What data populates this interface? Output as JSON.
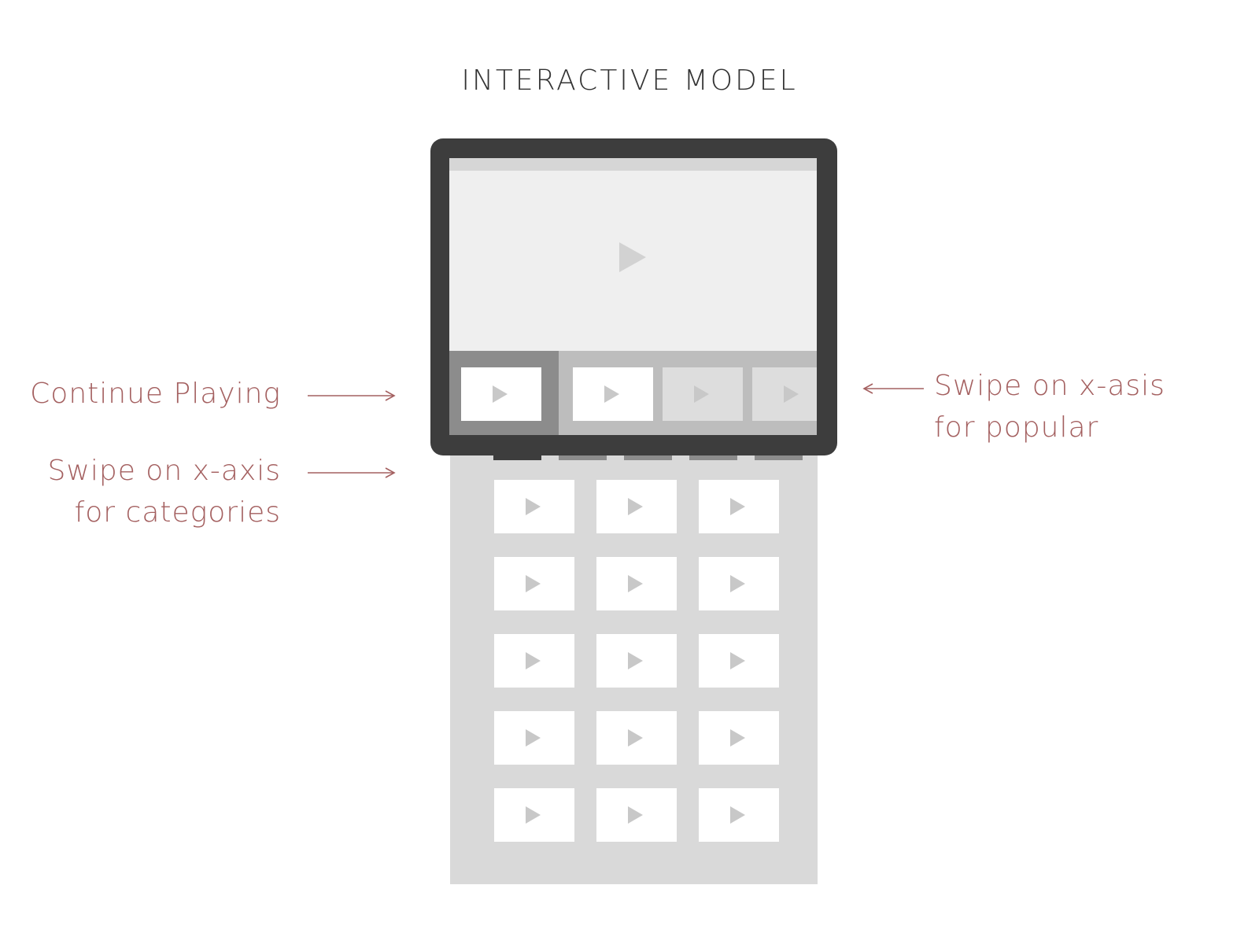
{
  "title": "INTERACTIVE MODEL",
  "annotations": {
    "continue_playing": "Continue Playing",
    "categories": [
      "Swipe on x-axis",
      "for categories"
    ],
    "popular": [
      "Swipe on x-asis",
      "for popular"
    ]
  },
  "icons": {
    "play": "play-icon",
    "arrow": "arrow-icon"
  },
  "colors": {
    "annotation": "#a46060",
    "frame": "#3d3d3d",
    "list_background": "#d9d9d9"
  },
  "category_count": 5,
  "active_category": 1,
  "popular_strip_count": 4,
  "grid": {
    "rows": 5,
    "columns": 3
  }
}
